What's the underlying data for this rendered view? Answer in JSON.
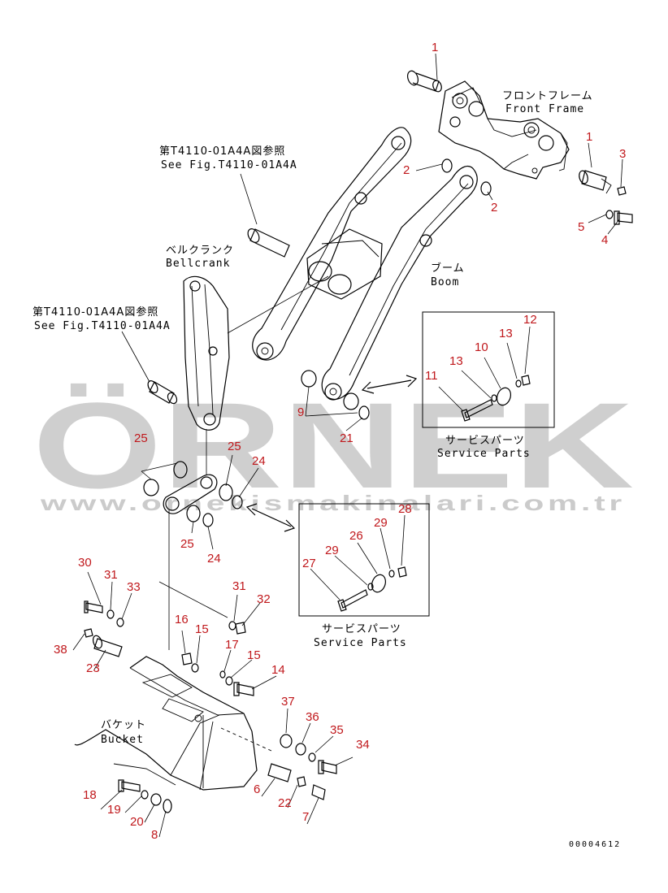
{
  "watermark": {
    "brand": "ÖRNEK",
    "url": "www.ornekismakinalari.com.tr",
    "color": "#a9a9a9",
    "accent": "#f4d35e"
  },
  "labels": {
    "front_frame_jp": "フロントフレーム",
    "front_frame_en": "Front Frame",
    "see_fig_jp_top": "第T4110-01A4A図参照",
    "see_fig_en_top": "See Fig.T4110-01A4A",
    "bellcrank_jp": "ベルクランク",
    "bellcrank_en": "Bellcrank",
    "see_fig_jp_mid": "第T4110-01A4A図参照",
    "see_fig_en_mid": "See Fig.T4110-01A4A",
    "boom_jp": "ブーム",
    "boom_en": "Boom",
    "service_parts_1_jp": "サービスパーツ",
    "service_parts_1_en": "Service Parts",
    "service_parts_2_jp": "サービスパーツ",
    "service_parts_2_en": "Service Parts",
    "bucket_jp": "バケット",
    "bucket_en": "Bucket",
    "drawing_code": "00004612"
  },
  "callouts": [
    "1",
    "1",
    "2",
    "2",
    "3",
    "4",
    "5",
    "9",
    "21",
    "11",
    "10",
    "12",
    "13",
    "13",
    "25",
    "25",
    "25",
    "24",
    "24",
    "27",
    "26",
    "28",
    "29",
    "29",
    "30",
    "31",
    "33",
    "31",
    "32",
    "16",
    "15",
    "17",
    "15",
    "14",
    "38",
    "23",
    "37",
    "36",
    "35",
    "34",
    "6",
    "22",
    "7",
    "18",
    "19",
    "20",
    "8"
  ],
  "colors": {
    "callout": "#c0181c",
    "line": "#000000"
  }
}
